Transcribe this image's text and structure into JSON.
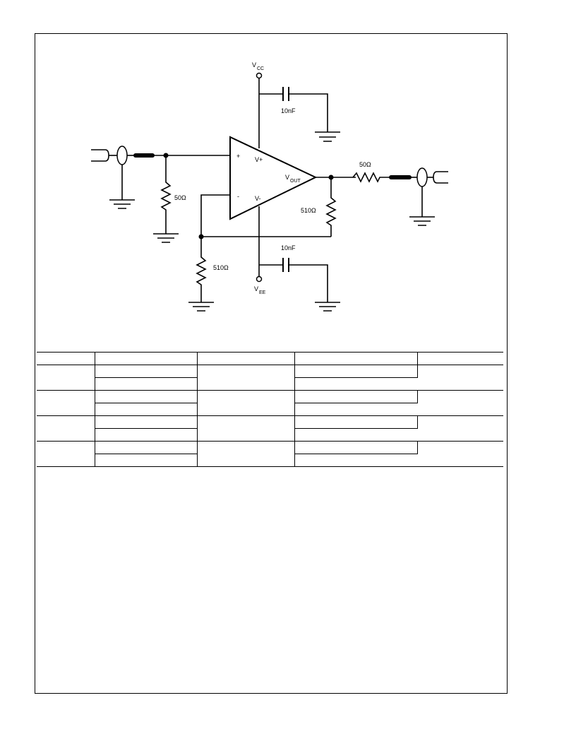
{
  "schematic": {
    "labels": {
      "vcc": "V",
      "vcc_sub": "CC",
      "vee": "V",
      "vee_sub": "EE",
      "cap_top": "10nF",
      "cap_bottom": "10nF",
      "r_in": "50Ω",
      "r_out": "50Ω",
      "r_feedback": "510Ω",
      "r_gain": "510Ω",
      "pin_plus": "+",
      "pin_minus": "-",
      "pin_vplus": "V+",
      "pin_vminus": "V-",
      "vout": "V",
      "vout_sub": "OUT"
    }
  },
  "table": {
    "header": [
      "",
      "",
      "",
      "",
      ""
    ],
    "groups": [
      {
        "rows": [
          [
            "",
            "",
            "",
            "",
            ""
          ],
          [
            "",
            ""
          ]
        ]
      },
      {
        "rows": [
          [
            "",
            "",
            "",
            "",
            ""
          ],
          [
            "",
            ""
          ]
        ]
      },
      {
        "rows": [
          [
            "",
            "",
            "",
            "",
            ""
          ],
          [
            "",
            ""
          ]
        ]
      },
      {
        "rows": [
          [
            "",
            "",
            "",
            "",
            ""
          ],
          [
            "",
            ""
          ]
        ]
      }
    ]
  }
}
